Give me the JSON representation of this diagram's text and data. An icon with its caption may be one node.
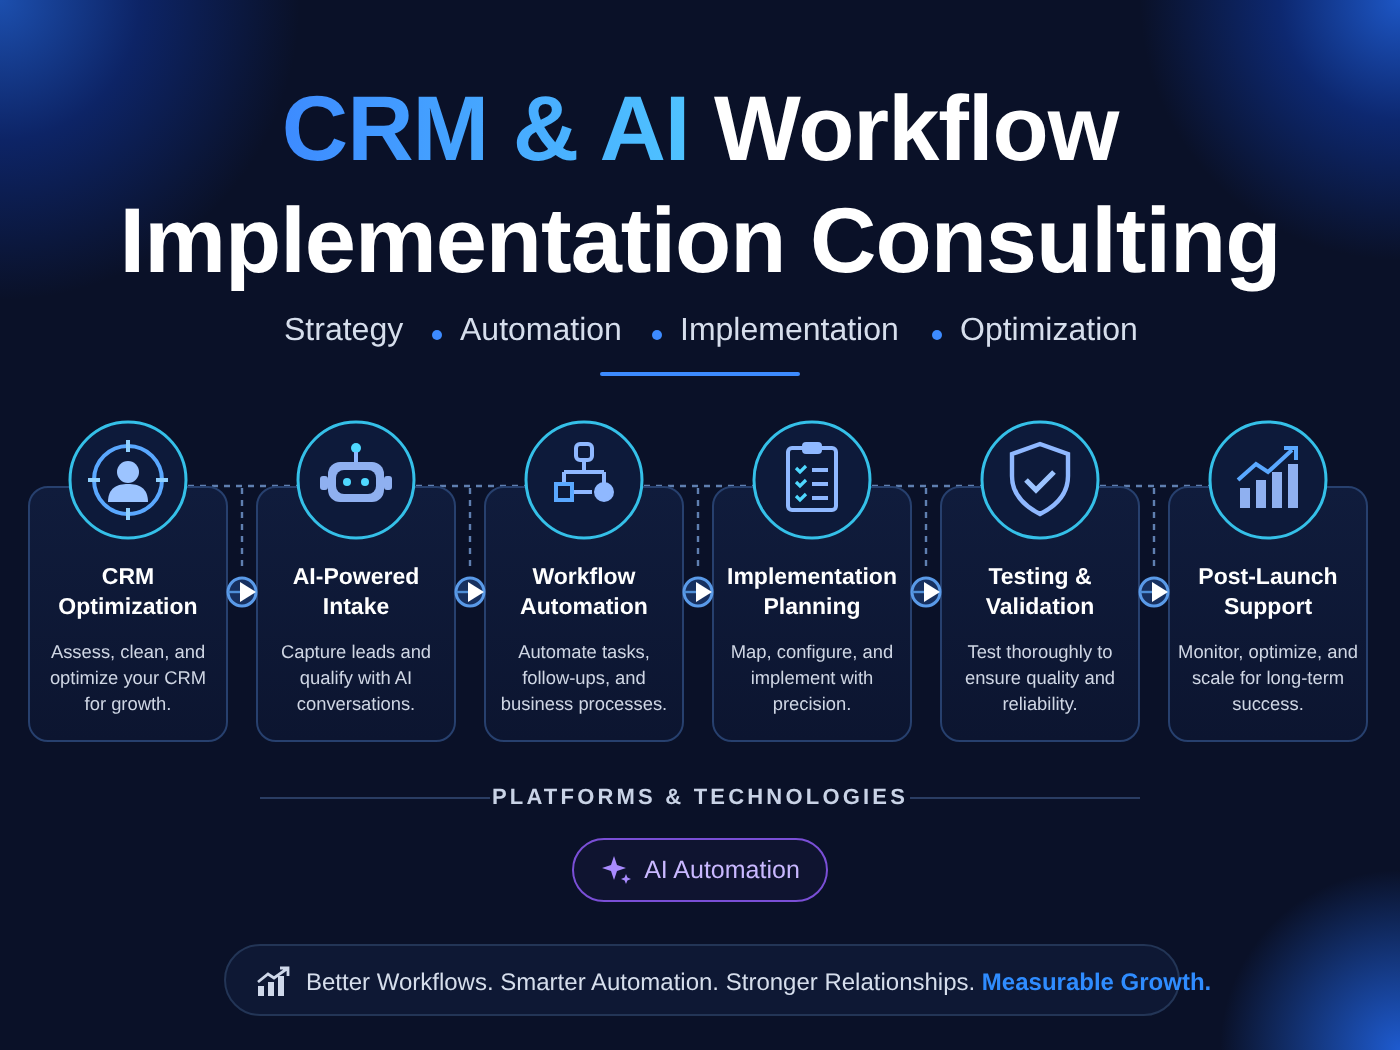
{
  "diagram": {
    "title": "**CRM & AI** Workflow Implementation Consulting",
    "nodes": [
      {
        "text": [
          "CRM Optimization",
          "Assess, clean, and optimize your CRM for growth."
        ]
      },
      {
        "text": [
          "AI-Powered Intake",
          "Capture leads and qualify with AI conversations."
        ]
      },
      {
        "text": [
          "Workflow Automation",
          "Automate tasks, follow-ups, and business processes."
        ]
      },
      {
        "text": [
          "Implementation Planning",
          "Map, configure, and implement with precision."
        ]
      },
      {
        "text": [
          "Testing & Validation",
          "Test thoroughly to ensure quality and reliability."
        ]
      },
      {
        "text": [
          "Post-Launch Support",
          "Monitor, optimize, and scale for long-term success."
        ]
      }
    ],
    "edges": [
      {
        "from": 0,
        "to": 1,
        "arrow": "to"
      },
      {
        "from": 1,
        "to": 2,
        "arrow": "to"
      },
      {
        "from": 2,
        "to": 3,
        "arrow": "to"
      },
      {
        "from": 3,
        "to": 4,
        "arrow": "to"
      },
      {
        "from": 4,
        "to": 5,
        "arrow": "to"
      }
    ],
    "labels": [
      "Strategy",
      "Automation",
      "Implementation",
      "Optimization",
      "PLATFORMS & TECHNOLOGIES",
      "AI Automation",
      "Better Workflows. Smarter Automation. Stronger Relationships. **Measurable Growth.**"
    ]
  }
}
